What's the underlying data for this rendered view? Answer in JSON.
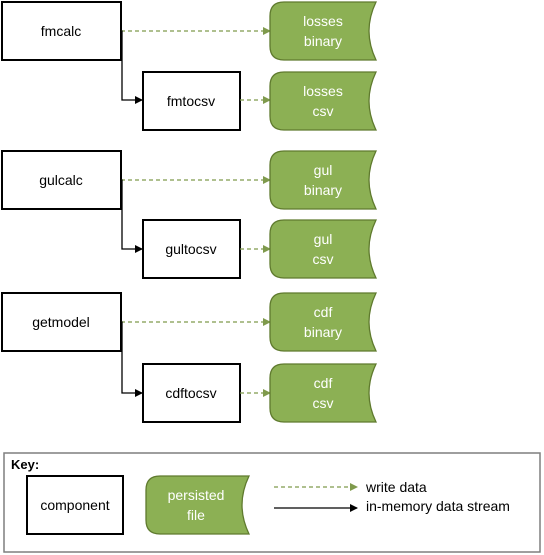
{
  "colors": {
    "file_fill": "#8cb054",
    "file_stroke": "#5f7a2e",
    "write_line": "#7f9a4c",
    "stream_line": "#000000"
  },
  "components": {
    "fmcalc": "fmcalc",
    "fmtocsv": "fmtocsv",
    "gulcalc": "gulcalc",
    "gultocsv": "gultocsv",
    "getmodel": "getmodel",
    "cdftocsv": "cdftocsv"
  },
  "files": {
    "losses_binary": [
      "losses",
      "binary"
    ],
    "losses_csv": [
      "losses",
      "csv"
    ],
    "gul_binary": [
      "gul",
      "binary"
    ],
    "gul_csv": [
      "gul",
      "csv"
    ],
    "cdf_binary": [
      "cdf",
      "binary"
    ],
    "cdf_csv": [
      "cdf",
      "csv"
    ]
  },
  "key": {
    "title": "Key:",
    "component": "component",
    "persisted_file": [
      "persisted",
      "file"
    ],
    "write_data": "write data",
    "stream": "in-memory data stream"
  }
}
